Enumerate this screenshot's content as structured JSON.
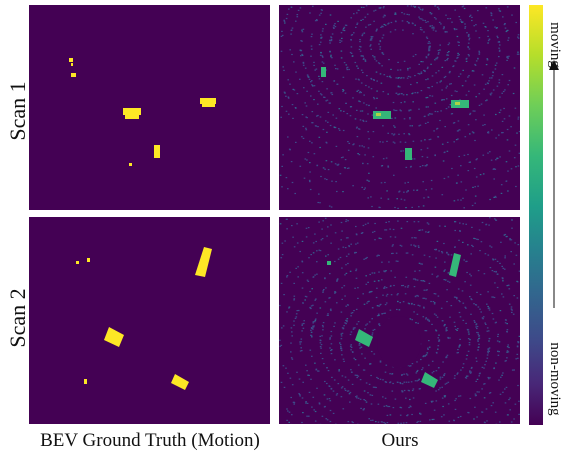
{
  "row_labels": [
    "Scan 1",
    "Scan 2"
  ],
  "column_labels": [
    "BEV Ground Truth (Motion)",
    "Ours"
  ],
  "colorbar": {
    "top_label": "moving",
    "bottom_label": "non-moving",
    "colormap": "viridis"
  },
  "colors": {
    "background": "#440154",
    "moving": "#fde725",
    "noise": "#3e4a89",
    "mid": "#35b779"
  }
}
